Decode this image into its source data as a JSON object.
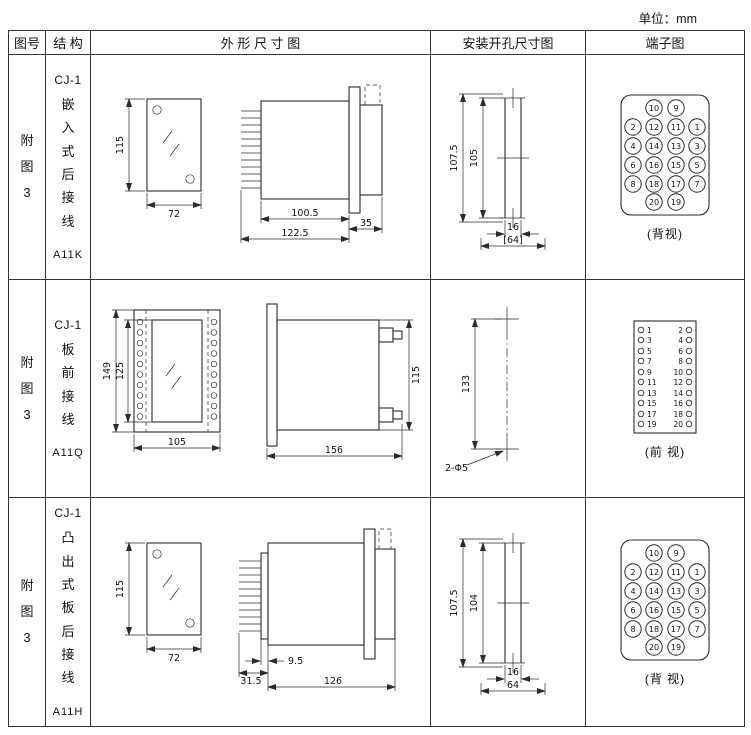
{
  "unit_label": "单位：mm",
  "header": {
    "fig": "图号",
    "struct": "结 构",
    "outline": "外 形 尺 寸 图",
    "install": "安装开孔尺寸图",
    "terminal": "端子图"
  },
  "rows": [
    {
      "fig_no": "附图3",
      "model": "CJ-1",
      "desc": "嵌入式后接线",
      "code": "A11K",
      "outline": {
        "front_h": "115",
        "front_w": "72",
        "side_d1": "100.5",
        "side_d2": "122.5",
        "side_d3": "35"
      },
      "install": {
        "v1": "107.5",
        "v2": "105",
        "h1": "16",
        "h2": "[64]"
      },
      "terminal": {
        "view": "(背视)",
        "top": [
          "10",
          "9"
        ],
        "grid": [
          [
            "2",
            "12",
            "11",
            "1"
          ],
          [
            "4",
            "14",
            "13",
            "3"
          ],
          [
            "6",
            "16",
            "15",
            "5"
          ],
          [
            "8",
            "18",
            "17",
            "7"
          ]
        ],
        "bottom": [
          "20",
          "19"
        ]
      }
    },
    {
      "fig_no": "附图3",
      "model": "CJ-1",
      "desc": "板前接线",
      "code": "A11Q",
      "outline": {
        "front_h1": "149",
        "front_h2": "125",
        "front_w": "105",
        "side_w": "156",
        "side_h": "115"
      },
      "install": {
        "v1": "133",
        "hole": "2-Φ5"
      },
      "terminal": {
        "view": "(前 视)",
        "pairs": [
          [
            "1",
            "2"
          ],
          [
            "3",
            "4"
          ],
          [
            "5",
            "6"
          ],
          [
            "7",
            "8"
          ],
          [
            "9",
            "10"
          ],
          [
            "11",
            "12"
          ],
          [
            "13",
            "14"
          ],
          [
            "15",
            "16"
          ],
          [
            "17",
            "18"
          ],
          [
            "19",
            "20"
          ]
        ]
      }
    },
    {
      "fig_no": "附图3",
      "model": "CJ-1",
      "desc": "凸出式板后接线",
      "code": "A11H",
      "outline": {
        "front_h": "115",
        "front_w": "72",
        "side_d1": "31.5",
        "side_d2": "9.5",
        "side_d3": "126"
      },
      "install": {
        "v1": "107.5",
        "v2": "104",
        "h1": "16",
        "h2": "64"
      },
      "terminal": {
        "view": "(背 视)",
        "top": [
          "10",
          "9"
        ],
        "grid": [
          [
            "2",
            "12",
            "11",
            "1"
          ],
          [
            "4",
            "14",
            "13",
            "3"
          ],
          [
            "6",
            "16",
            "15",
            "5"
          ],
          [
            "8",
            "18",
            "17",
            "7"
          ]
        ],
        "bottom": [
          "20",
          "19"
        ]
      }
    }
  ]
}
